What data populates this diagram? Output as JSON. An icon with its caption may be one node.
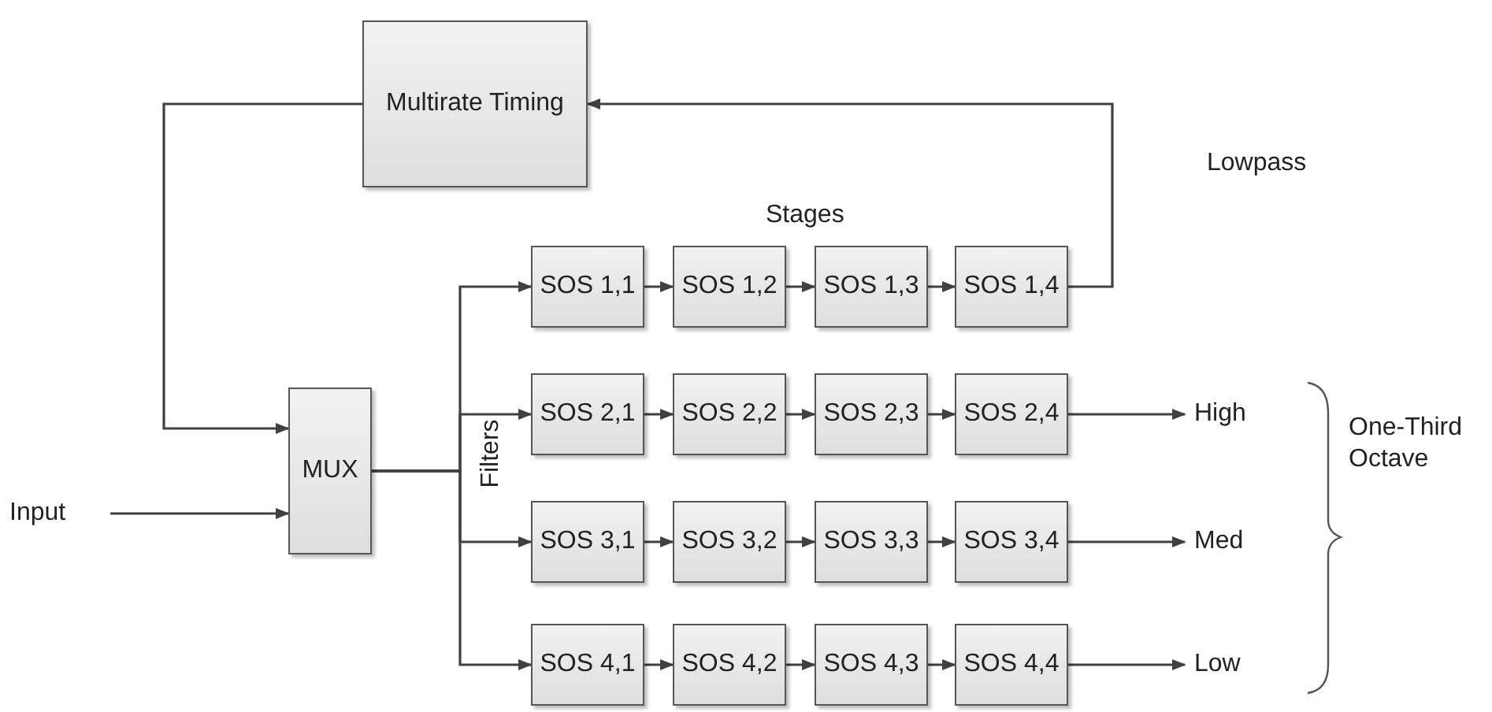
{
  "diagram": {
    "nodes": [
      {
        "text": [
          "Multirate Timing"
        ]
      },
      {
        "text": [
          "MUX"
        ]
      },
      {
        "text": [
          "Input"
        ]
      },
      {
        "text": [
          "SOS 1,1"
        ]
      },
      {
        "text": [
          "SOS 1,2"
        ]
      },
      {
        "text": [
          "SOS 1,3"
        ]
      },
      {
        "text": [
          "SOS 1,4"
        ]
      },
      {
        "text": [
          "SOS 2,1"
        ]
      },
      {
        "text": [
          "SOS 2,2"
        ]
      },
      {
        "text": [
          "SOS 2,3"
        ]
      },
      {
        "text": [
          "SOS 2,4"
        ]
      },
      {
        "text": [
          "SOS 3,1"
        ]
      },
      {
        "text": [
          "SOS 3,2"
        ]
      },
      {
        "text": [
          "SOS 3,3"
        ]
      },
      {
        "text": [
          "SOS 3,4"
        ]
      },
      {
        "text": [
          "SOS 4,1"
        ]
      },
      {
        "text": [
          "SOS 4,2"
        ]
      },
      {
        "text": [
          "SOS 4,3"
        ]
      },
      {
        "text": [
          "SOS 4,4"
        ]
      },
      {
        "text": [
          "High"
        ]
      },
      {
        "text": [
          "Med"
        ]
      },
      {
        "text": [
          "Low"
        ]
      }
    ],
    "edges": [
      {
        "from": 2,
        "to": 1,
        "arrow": "to"
      },
      {
        "from": 0,
        "to": 1,
        "arrow": "to"
      },
      {
        "from": 1,
        "to": 3,
        "arrow": "to"
      },
      {
        "from": 1,
        "to": 7,
        "arrow": "to"
      },
      {
        "from": 1,
        "to": 11,
        "arrow": "to"
      },
      {
        "from": 1,
        "to": 15,
        "arrow": "to"
      },
      {
        "from": 3,
        "to": 4,
        "arrow": "to"
      },
      {
        "from": 4,
        "to": 5,
        "arrow": "to"
      },
      {
        "from": 5,
        "to": 6,
        "arrow": "to"
      },
      {
        "from": 7,
        "to": 8,
        "arrow": "to"
      },
      {
        "from": 8,
        "to": 9,
        "arrow": "to"
      },
      {
        "from": 9,
        "to": 10,
        "arrow": "to"
      },
      {
        "from": 11,
        "to": 12,
        "arrow": "to"
      },
      {
        "from": 12,
        "to": 13,
        "arrow": "to"
      },
      {
        "from": 13,
        "to": 14,
        "arrow": "to"
      },
      {
        "from": 15,
        "to": 16,
        "arrow": "to"
      },
      {
        "from": 16,
        "to": 17,
        "arrow": "to"
      },
      {
        "from": 17,
        "to": 18,
        "arrow": "to"
      },
      {
        "from": 6,
        "to": 0,
        "arrow": "to"
      },
      {
        "from": 10,
        "to": 19,
        "arrow": "to"
      },
      {
        "from": 14,
        "to": 20,
        "arrow": "to"
      },
      {
        "from": 18,
        "to": 21,
        "arrow": "to"
      }
    ],
    "labels": [
      "Lowpass",
      "Stages",
      "Filters",
      "One-Third Octave"
    ]
  }
}
